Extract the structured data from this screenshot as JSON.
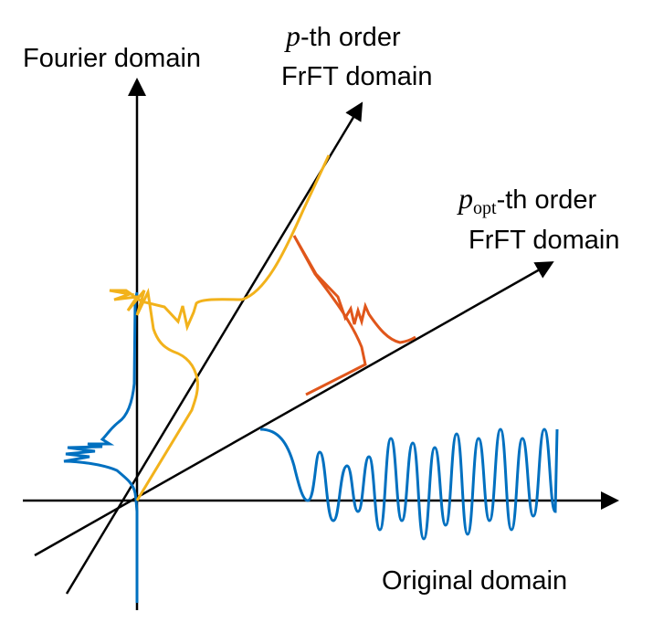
{
  "labels": {
    "fourier": "Fourier domain",
    "p_symbol": "p",
    "p_suffix": "-th order",
    "p_line2": "FrFT domain",
    "popt_symbol": "p",
    "popt_sub": "opt",
    "popt_suffix": "-th order",
    "popt_line2": "FrFT domain",
    "original": "Original domain"
  },
  "colors": {
    "axis": "#000000",
    "original_signal": "#0070C0",
    "p_signal": "#F2B21B",
    "popt_signal": "#E0561B"
  }
}
